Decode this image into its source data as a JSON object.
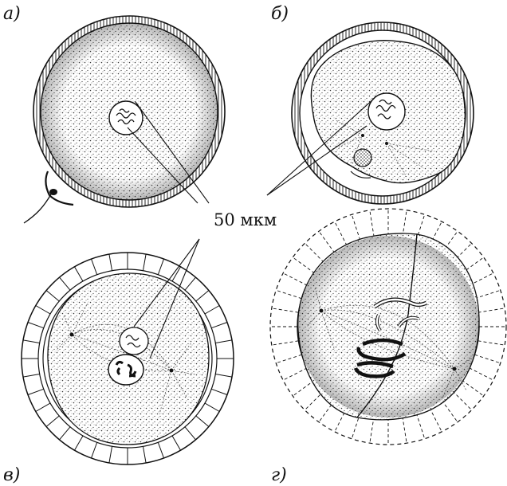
{
  "figure": {
    "panels": [
      {
        "id": "a",
        "label": "а)"
      },
      {
        "id": "b",
        "label": "б)"
      },
      {
        "id": "v",
        "label": "в)"
      },
      {
        "id": "g",
        "label": "г)"
      }
    ],
    "scale_bar_label": "50 мкм",
    "colors": {
      "ink": "#111111",
      "background": "#ffffff",
      "stipple": "#222222"
    }
  }
}
